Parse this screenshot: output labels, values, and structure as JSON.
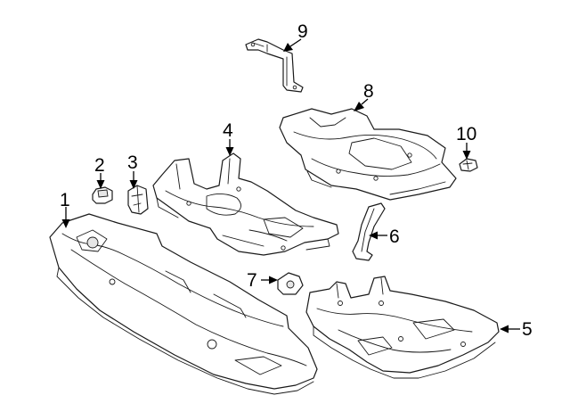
{
  "diagram": {
    "callouts": [
      {
        "id": "1",
        "label": "1"
      },
      {
        "id": "2",
        "label": "2"
      },
      {
        "id": "3",
        "label": "3"
      },
      {
        "id": "4",
        "label": "4"
      },
      {
        "id": "5",
        "label": "5"
      },
      {
        "id": "6",
        "label": "6"
      },
      {
        "id": "7",
        "label": "7"
      },
      {
        "id": "8",
        "label": "8"
      },
      {
        "id": "9",
        "label": "9"
      },
      {
        "id": "10",
        "label": "10"
      }
    ],
    "colors": {
      "line": "#1a1a1a",
      "background": "#ffffff",
      "shade": "#e6e6e6"
    }
  }
}
